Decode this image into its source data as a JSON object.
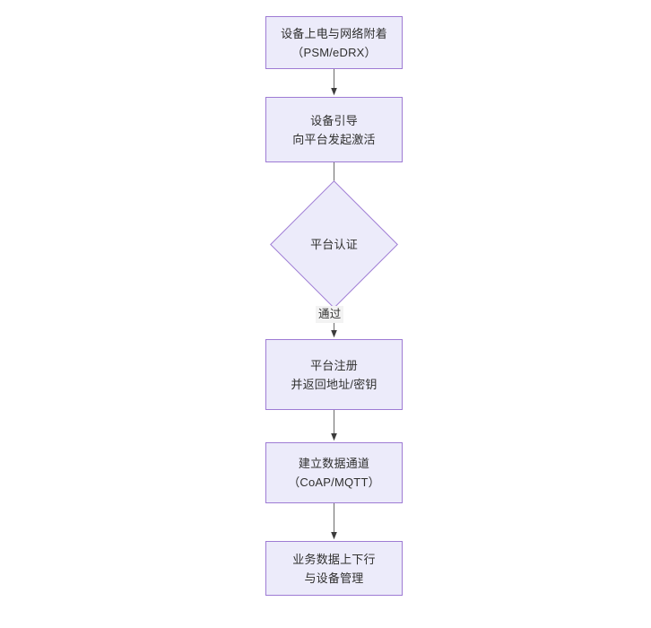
{
  "diagram": {
    "type": "flowchart",
    "orientation": "top-to-bottom",
    "background_color": "#ffffff",
    "node_fill_color": "#ecebfa",
    "node_border_color": "#9e7bd4",
    "edge_color": "#6a6a6a",
    "text_color": "#30302f",
    "nodes": [
      {
        "id": "n1",
        "shape": "rectangle",
        "lines": [
          "设备上电与网络附着",
          "（PSM/eDRX）"
        ]
      },
      {
        "id": "n2",
        "shape": "rectangle",
        "lines": [
          "设备引导",
          "向平台发起激活"
        ]
      },
      {
        "id": "n3",
        "shape": "diamond",
        "lines": [
          "平台认证"
        ]
      },
      {
        "id": "n4",
        "shape": "rectangle",
        "lines": [
          "平台注册",
          "并返回地址/密钥"
        ]
      },
      {
        "id": "n5",
        "shape": "rectangle",
        "lines": [
          "建立数据通道",
          "（CoAP/MQTT）"
        ]
      },
      {
        "id": "n6",
        "shape": "rectangle",
        "lines": [
          "业务数据上下行",
          "与设备管理"
        ]
      }
    ],
    "edges": [
      {
        "id": "e1",
        "from": "n1",
        "to": "n2",
        "label": ""
      },
      {
        "id": "e2",
        "from": "n2",
        "to": "n3",
        "label": ""
      },
      {
        "id": "e3",
        "from": "n3",
        "to": "n4",
        "label": "通过"
      },
      {
        "id": "e4",
        "from": "n4",
        "to": "n5",
        "label": ""
      },
      {
        "id": "e5",
        "from": "n5",
        "to": "n6",
        "label": ""
      }
    ]
  }
}
